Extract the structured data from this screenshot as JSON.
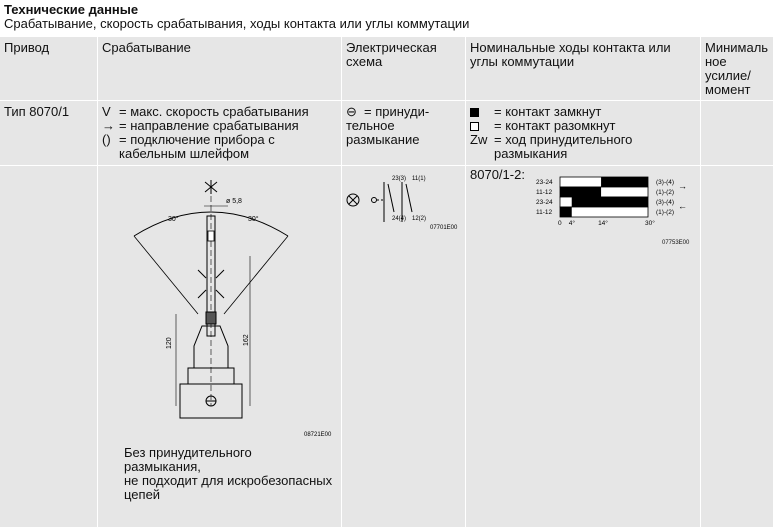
{
  "title": {
    "main": "Технические данные",
    "sub": "Срабатывание, скорость срабатывания, ходы контакта или углы коммутации"
  },
  "headers": {
    "drive": "Привод",
    "actuation": "Срабатывание",
    "schematic_1": "Электрическая",
    "schematic_2": "схема",
    "travel_1": "Номинальные ходы контакта или",
    "travel_2": "углы коммутации",
    "force_1": "Минималь",
    "force_2": "ное",
    "force_3": "усилие/",
    "force_4": "момент"
  },
  "row1": {
    "drive": "Тип 8070/1",
    "legend": {
      "v_sym": "V",
      "v_text": "= макс. скорость срабатывания",
      "arrow_sym": "→",
      "arrow_text": "= направление срабатывания",
      "paren_sym": "()",
      "paren_text": "= подключение прибора с",
      "paren_text2": "кабельным шлейфом"
    },
    "schematic": {
      "sym": "⊖",
      "text1": "= принуди-",
      "text2": "тельное",
      "text3": "размыкание"
    },
    "travel": {
      "closed_text": "= контакт замкнут",
      "open_text": "= контакт разомкнут",
      "zw_sym": "Zw",
      "zw_text1": "= ход принудительного",
      "zw_text2": "размыкания"
    }
  },
  "row2": {
    "drawing": {
      "diameter": "ø 5,8",
      "angle_left": "30°",
      "angle_right": "30°",
      "dim_120": "120",
      "dim_162": "162",
      "code": "08721E00"
    },
    "note": {
      "l1": "Без принудительного",
      "l2": "размыкания,",
      "l3": "не подходит для искробезопасных",
      "l4": "цепей"
    },
    "schematic": {
      "t1": "23(3)",
      "t2": "11(1)",
      "t3": "24(4)",
      "t4": "12(2)",
      "code": "07701E00"
    },
    "travel": {
      "label": "8070/1-2:",
      "code": "07753E00"
    }
  },
  "chart_data": {
    "type": "table",
    "title": "8070/1-2:",
    "x_ticks": [
      "0",
      "4°",
      "14°",
      "30°"
    ],
    "x_range": [
      0,
      30
    ],
    "rows": [
      {
        "label": "23-24",
        "right": "(3)-(4)",
        "direction": "→",
        "closed": [
          [
            14,
            30
          ]
        ]
      },
      {
        "label": "11-12",
        "right": "(1)-(2)",
        "direction": "→",
        "closed": [
          [
            0,
            14
          ]
        ]
      },
      {
        "label": "23-24",
        "right": "(3)-(4)",
        "direction": "←",
        "closed": [
          [
            4,
            30
          ]
        ]
      },
      {
        "label": "11-12",
        "right": "(1)-(2)",
        "direction": "←",
        "closed": [
          [
            0,
            4
          ]
        ]
      }
    ]
  }
}
